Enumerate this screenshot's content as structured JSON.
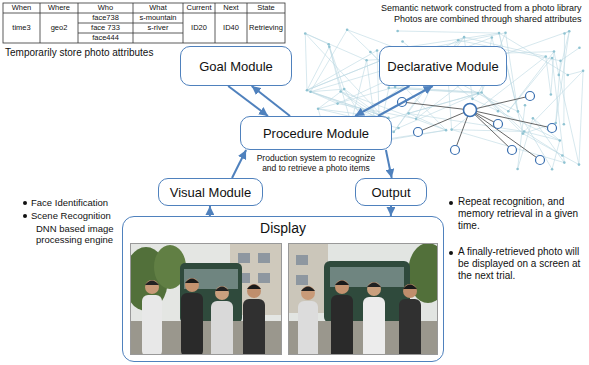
{
  "diagram": {
    "nodes": [
      {
        "text": [
          "Goal Module"
        ]
      },
      {
        "text": [
          "Declarative Module"
        ]
      },
      {
        "text": [
          "Procedure Module"
        ]
      },
      {
        "text": [
          "Visual Module"
        ]
      },
      {
        "text": [
          "Output"
        ]
      },
      {
        "text": [
          "Display"
        ]
      }
    ],
    "edges": [
      {
        "from": 0,
        "to": 2,
        "arrow": "to"
      },
      {
        "from": 2,
        "to": 0,
        "arrow": "to"
      },
      {
        "from": 1,
        "to": 2,
        "arrow": "to"
      },
      {
        "from": 2,
        "to": 1,
        "arrow": "to"
      },
      {
        "from": 3,
        "to": 2,
        "arrow": "to"
      },
      {
        "from": 2,
        "to": 4,
        "arrow": "to"
      },
      {
        "from": 5,
        "to": 3,
        "arrow": "to"
      },
      {
        "from": 4,
        "to": 5,
        "arrow": "to"
      }
    ],
    "labels": [
      "When",
      "Where",
      "Who",
      "What",
      "Current",
      "Next",
      "State",
      "time3",
      "geo2",
      "face738",
      "s-mountain",
      "face 733",
      "s-river",
      "face444",
      "ID20",
      "ID40",
      "Retrieving",
      "Temporarily store photo attributes",
      "Semantic network constructed from a photo library",
      "Photos are combined through shared attributes",
      "Production system to recognize and to retrieve a photo items",
      "Face Identification",
      "Scene Recognition",
      "DNN based image processing engine",
      "Repeat recognition, and memory retrieval in a given time.",
      "A finally-retrieved photo will be displayed on a screen at the next trial."
    ]
  }
}
